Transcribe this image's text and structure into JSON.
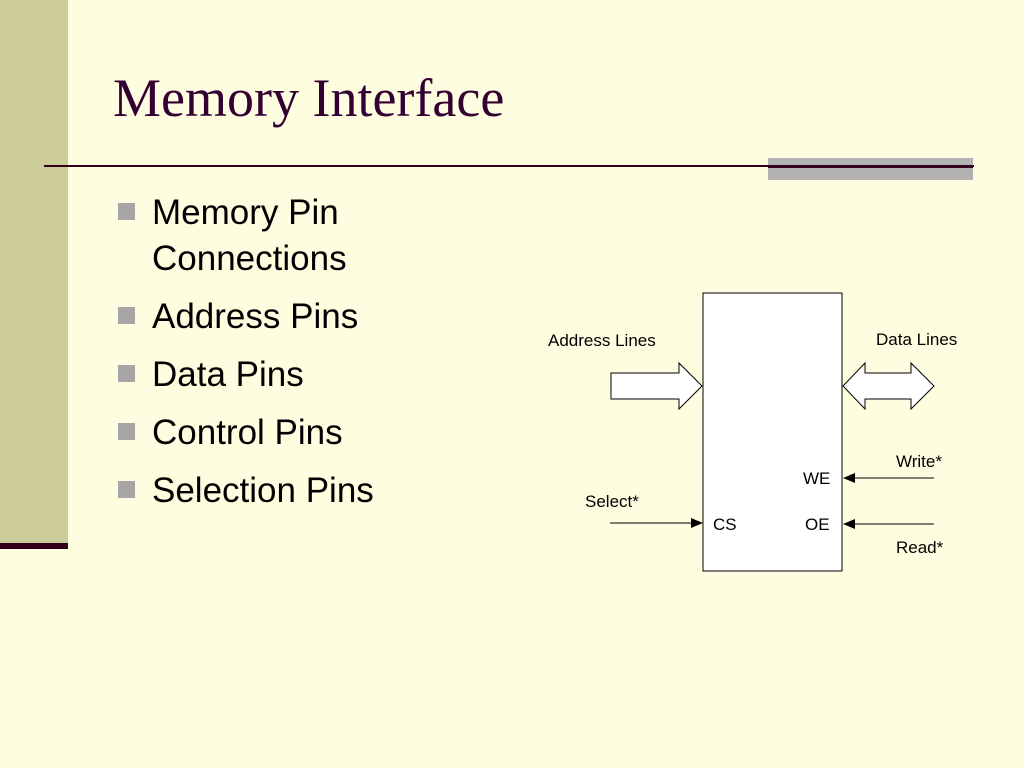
{
  "slide": {
    "title": "Memory Interface",
    "bullets": [
      {
        "text": "Memory Pin Connections"
      },
      {
        "text": "Address Pins"
      },
      {
        "text": "Data Pins"
      },
      {
        "text": "Control Pins"
      },
      {
        "text": "Selection Pins"
      }
    ]
  },
  "diagram": {
    "address_lines": "Address Lines",
    "data_lines": "Data Lines",
    "write": "Write*",
    "read": "Read*",
    "select": "Select*",
    "pin_we": "WE",
    "pin_oe": "OE",
    "pin_cs": "CS"
  },
  "colors": {
    "background": "#FFFDE0",
    "stripe": "#CCCC99",
    "title": "#330033",
    "rule": "#33001A",
    "accent": "#B2B2B2"
  }
}
